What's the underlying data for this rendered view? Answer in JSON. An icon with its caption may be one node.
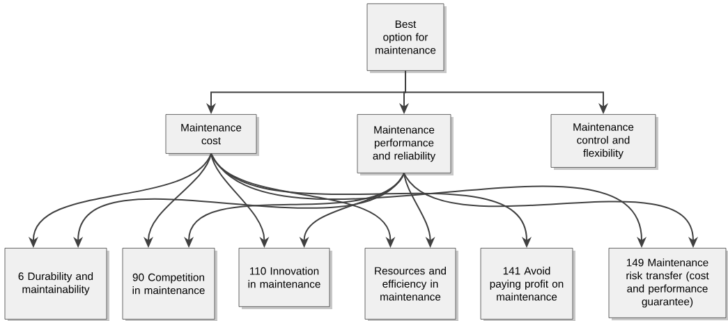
{
  "diagram": {
    "nodes": [
      {
        "text": [
          "Best option for maintenance"
        ]
      },
      {
        "text": [
          "Maintenance cost"
        ]
      },
      {
        "text": [
          "Maintenance performance and reliability"
        ]
      },
      {
        "text": [
          "Maintenance control and flexibility"
        ]
      },
      {
        "text": [
          "6 Durability and maintainability"
        ]
      },
      {
        "text": [
          "90 Competition in maintenance"
        ]
      },
      {
        "text": [
          "110 Innovation in maintenance"
        ]
      },
      {
        "text": [
          "Resources and efficiency in maintenance"
        ]
      },
      {
        "text": [
          "141 Avoid paying profit on maintenance"
        ]
      },
      {
        "text": [
          "149 Maintenance risk transfer (cost and performance guarantee)"
        ]
      }
    ],
    "edges": [
      {
        "from": 0,
        "to": 1,
        "arrow": "to"
      },
      {
        "from": 0,
        "to": 2,
        "arrow": "to"
      },
      {
        "from": 0,
        "to": 3,
        "arrow": "to"
      },
      {
        "from": 1,
        "to": 4,
        "arrow": "to"
      },
      {
        "from": 1,
        "to": 5,
        "arrow": "to"
      },
      {
        "from": 1,
        "to": 6,
        "arrow": "to"
      },
      {
        "from": 1,
        "to": 7,
        "arrow": "to"
      },
      {
        "from": 1,
        "to": 8,
        "arrow": "to"
      },
      {
        "from": 1,
        "to": 9,
        "arrow": "to"
      },
      {
        "from": 2,
        "to": 4,
        "arrow": "to"
      },
      {
        "from": 2,
        "to": 5,
        "arrow": "to"
      },
      {
        "from": 2,
        "to": 6,
        "arrow": "to"
      },
      {
        "from": 2,
        "to": 7,
        "arrow": "to"
      },
      {
        "from": 2,
        "to": 9,
        "arrow": "to"
      }
    ]
  }
}
